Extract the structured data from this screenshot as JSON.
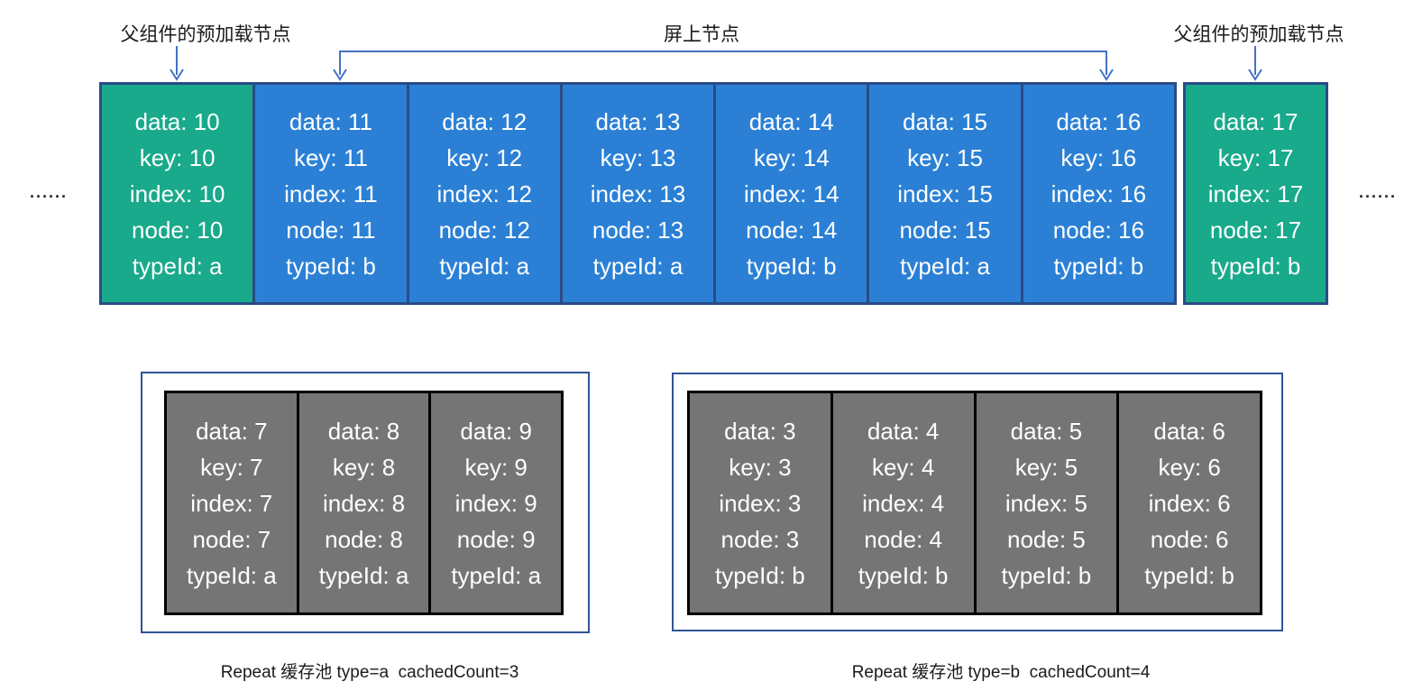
{
  "diagram": {
    "annotations": {
      "preload_left": "父组件的预加载节点",
      "onscreen": "屏上节点",
      "preload_right": "父组件的预加载节点",
      "ellipsis_left": "......",
      "ellipsis_right": "......"
    },
    "colors": {
      "node_green": "#19A98B",
      "node_blue": "#2B80D5",
      "node_border": "#2A4B86",
      "arrow_blue": "#4472C4",
      "pool_border": "#2F5496",
      "pool_gray": "#757575",
      "pool_card_border": "#000000",
      "text_white": "#FFFFFF",
      "text_black": "#1A1A1A"
    },
    "top_row": {
      "cards": [
        {
          "variant": "green",
          "lines": [
            "data: 10",
            "key: 10",
            "index: 10",
            "node: 10",
            "typeId: a"
          ]
        },
        {
          "variant": "blue",
          "lines": [
            "data: 11",
            "key: 11",
            "index: 11",
            "node: 11",
            "typeId: b"
          ]
        },
        {
          "variant": "blue",
          "lines": [
            "data: 12",
            "key: 12",
            "index: 12",
            "node: 12",
            "typeId: a"
          ]
        },
        {
          "variant": "blue",
          "lines": [
            "data: 13",
            "key: 13",
            "index: 13",
            "node: 13",
            "typeId: a"
          ]
        },
        {
          "variant": "blue",
          "lines": [
            "data: 14",
            "key: 14",
            "index: 14",
            "node: 14",
            "typeId: b"
          ]
        },
        {
          "variant": "blue",
          "lines": [
            "data: 15",
            "key: 15",
            "index: 15",
            "node: 15",
            "typeId: a"
          ]
        },
        {
          "variant": "blue",
          "lines": [
            "data: 16",
            "key: 16",
            "index: 16",
            "node: 16",
            "typeId: b"
          ]
        },
        {
          "variant": "green",
          "lines": [
            "data: 17",
            "key: 17",
            "index: 17",
            "node: 17",
            "typeId: b"
          ]
        }
      ]
    },
    "pools": [
      {
        "caption": "Repeat 缓存池 type=a  cachedCount=3",
        "cards": [
          {
            "lines": [
              "data: 7",
              "key: 7",
              "index: 7",
              "node: 7",
              "typeId: a"
            ]
          },
          {
            "lines": [
              "data: 8",
              "key: 8",
              "index: 8",
              "node: 8",
              "typeId: a"
            ]
          },
          {
            "lines": [
              "data: 9",
              "key: 9",
              "index: 9",
              "node: 9",
              "typeId: a"
            ]
          }
        ]
      },
      {
        "caption": "Repeat 缓存池 type=b  cachedCount=4",
        "cards": [
          {
            "lines": [
              "data: 3",
              "key: 3",
              "index: 3",
              "node: 3",
              "typeId: b"
            ]
          },
          {
            "lines": [
              "data: 4",
              "key: 4",
              "index: 4",
              "node: 4",
              "typeId: b"
            ]
          },
          {
            "lines": [
              "data: 5",
              "key: 5",
              "index: 5",
              "node: 5",
              "typeId: b"
            ]
          },
          {
            "lines": [
              "data: 6",
              "key: 6",
              "index: 6",
              "node: 6",
              "typeId: b"
            ]
          }
        ]
      }
    ]
  }
}
